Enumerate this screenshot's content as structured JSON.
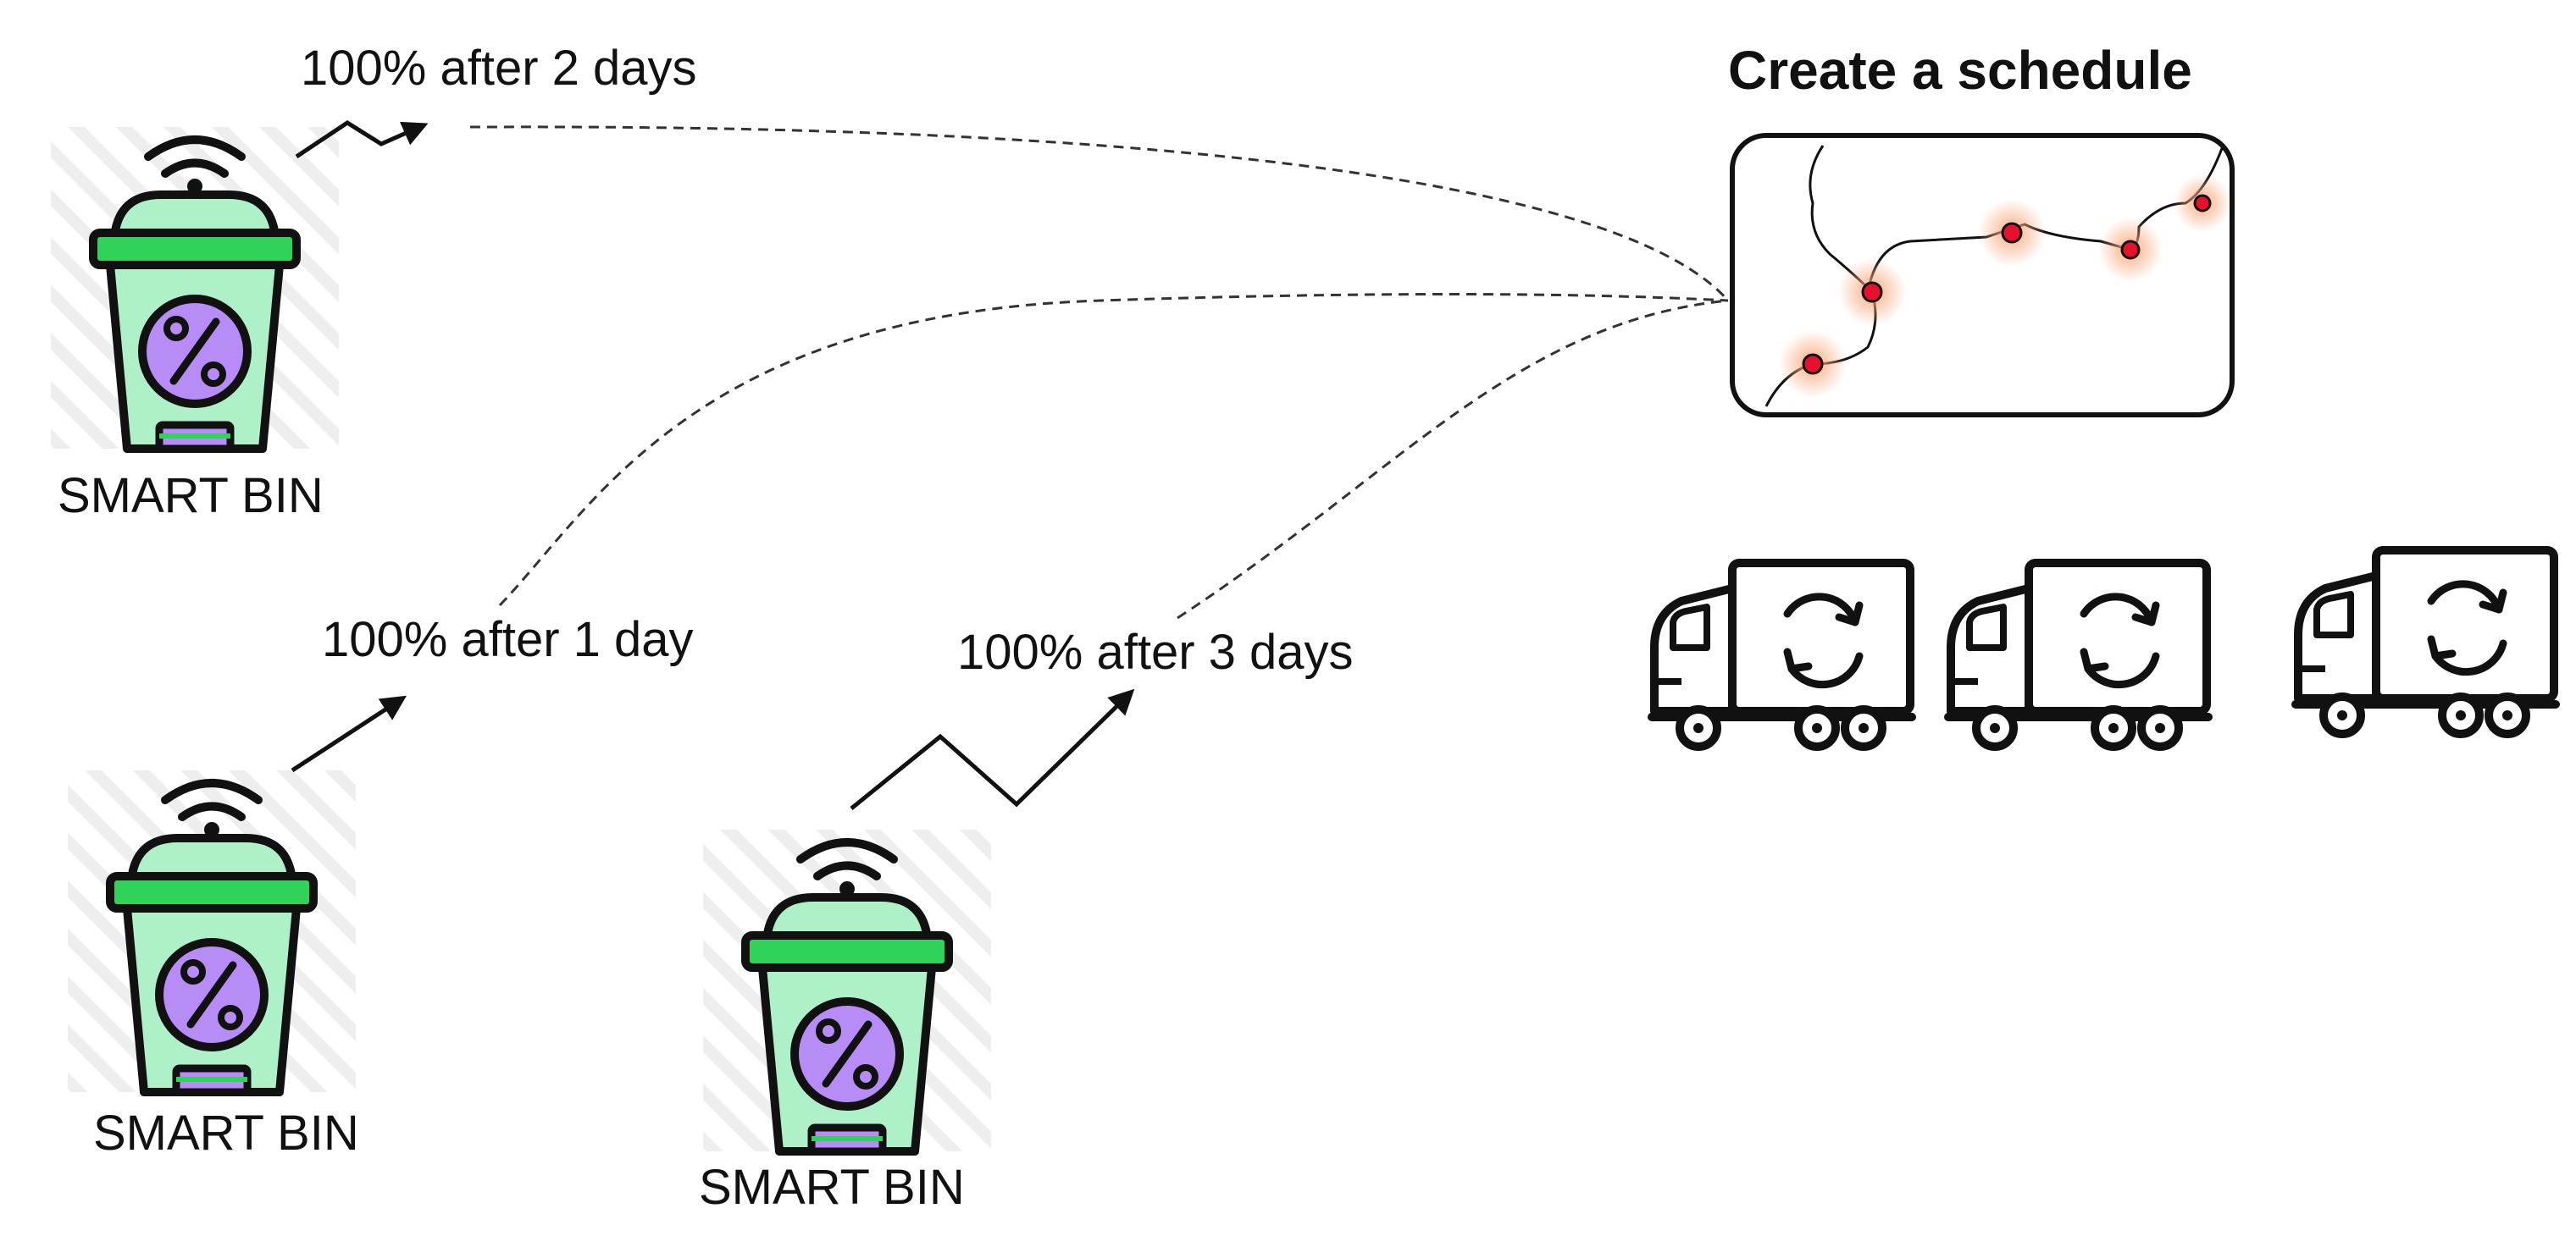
{
  "title": "Create a schedule",
  "bins": [
    {
      "label": "SMART BIN",
      "note": "100% after 2 days",
      "symbol": "%"
    },
    {
      "label": "SMART BIN",
      "note": "100% after 1 day",
      "symbol": "%"
    },
    {
      "label": "SMART BIN",
      "note": "100% after 3 days",
      "symbol": "%"
    }
  ],
  "colors": {
    "bin_body": "#aef1c9",
    "bin_rim": "#2fd35a",
    "bin_lid": "#aef1c9",
    "badge": "#b78cf6",
    "route_stop": "#e8112d",
    "route_glow": "#f7a77a",
    "outline": "#111111"
  },
  "icons": [
    "wifi-signal-icon",
    "percent-icon",
    "route-map-icon",
    "recycling-truck-icon"
  ],
  "trucks": [
    {
      "name": "recycling-truck"
    },
    {
      "name": "recycling-truck"
    },
    {
      "name": "recycling-truck"
    }
  ]
}
